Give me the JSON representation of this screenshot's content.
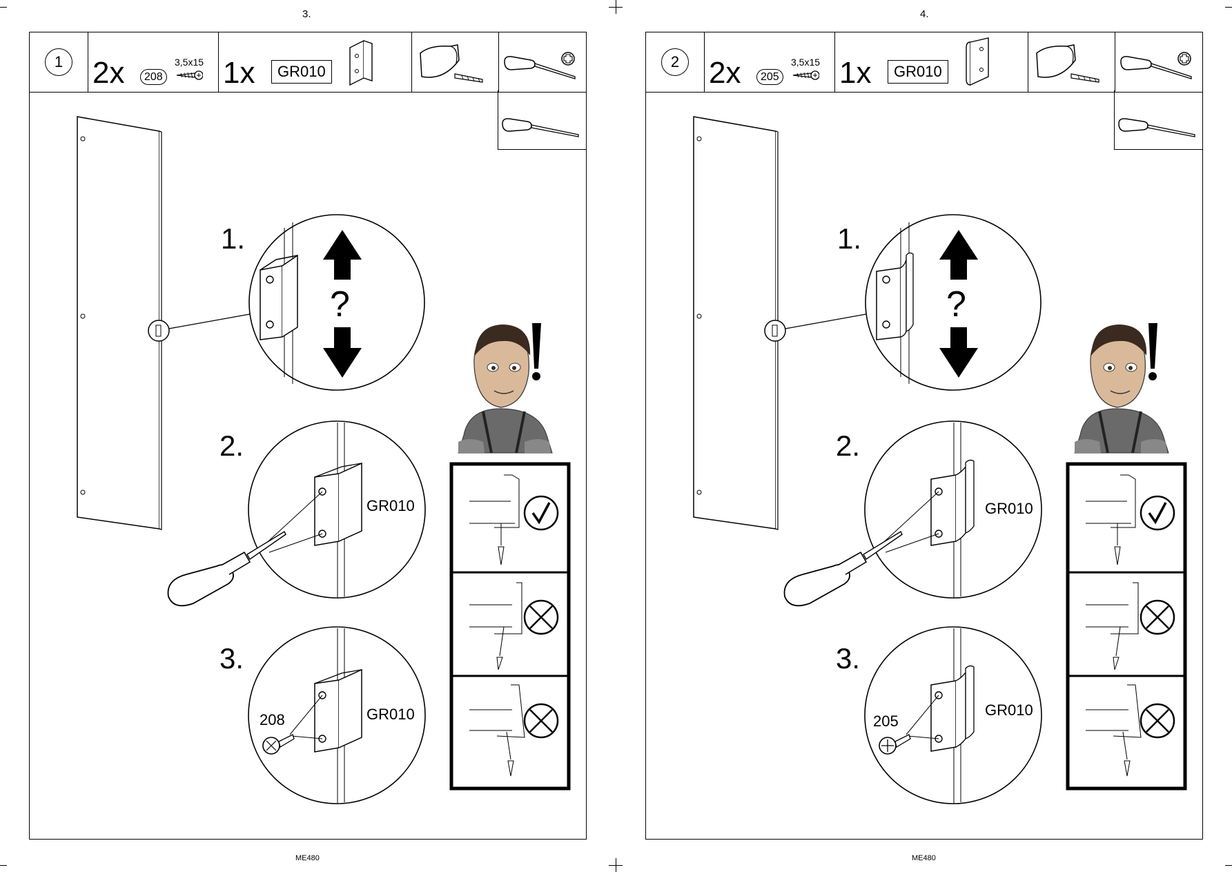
{
  "pages": [
    {
      "page_number": "3.",
      "step_number": "1",
      "screw_qty": "2x",
      "screw_code": "208",
      "screw_size": "3,5x15",
      "part_qty": "1x",
      "part_code": "GR010",
      "substeps": [
        "1.",
        "2.",
        "3."
      ],
      "label_part_2": "GR010",
      "label_part_3": "GR010",
      "label_screw_3": "208",
      "footer": "ME480"
    },
    {
      "page_number": "4.",
      "step_number": "2",
      "screw_qty": "2x",
      "screw_code": "205",
      "screw_size": "3,5x15",
      "part_qty": "1x",
      "part_code": "GR010",
      "substeps": [
        "1.",
        "2.",
        "3."
      ],
      "label_part_2": "GR010",
      "label_part_3": "GR010",
      "label_screw_3": "205",
      "footer": "ME480"
    }
  ],
  "icons": [
    "screw-icon",
    "handle-part-icon",
    "handle-mounting-icon",
    "phillips-screwdriver-icon",
    "flat-screwdriver-icon",
    "worker-character-icon",
    "exclamation-icon",
    "check-icon",
    "cross-icon"
  ]
}
